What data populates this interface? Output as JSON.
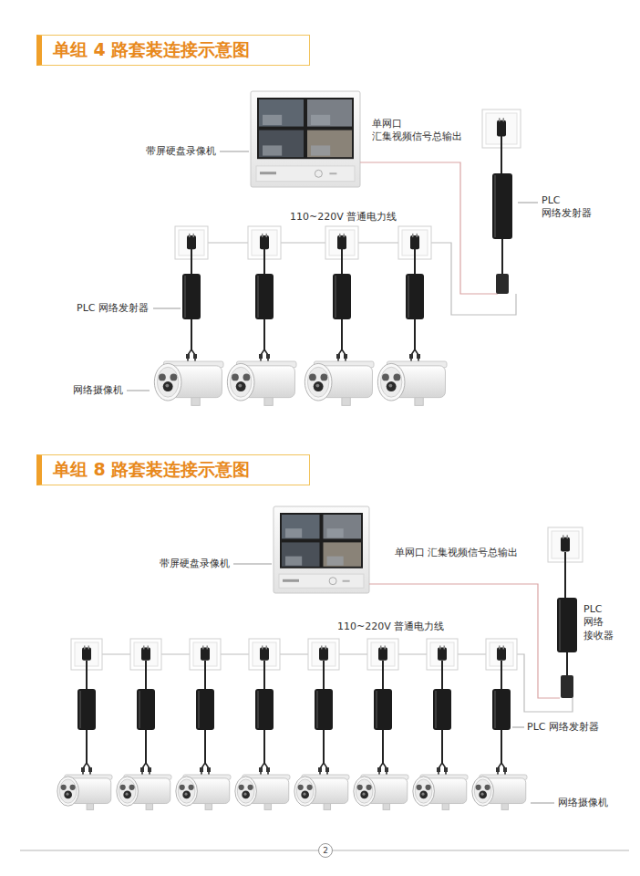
{
  "diagram": {
    "nodes": [
      {
        "text": [
          "单组 4 路套装连接示意图"
        ]
      },
      {
        "text": [
          "单组 8 路套装连接示意图"
        ]
      },
      {
        "text": [
          "2"
        ]
      }
    ],
    "labels": [
      "带屏硬盘录像机",
      "单网口 汇集视频信号总输出",
      "PLC 网络发射器",
      "110~220V 普通电力线",
      "PLC 网络发射器",
      "网络摄像机",
      "带屏硬盘录像机",
      "单网口 汇集视频信号总输出",
      "PLC 网络 接收器",
      "110~220V 普通电力线",
      "PLC 网络发射器",
      "网络摄像机"
    ]
  }
}
